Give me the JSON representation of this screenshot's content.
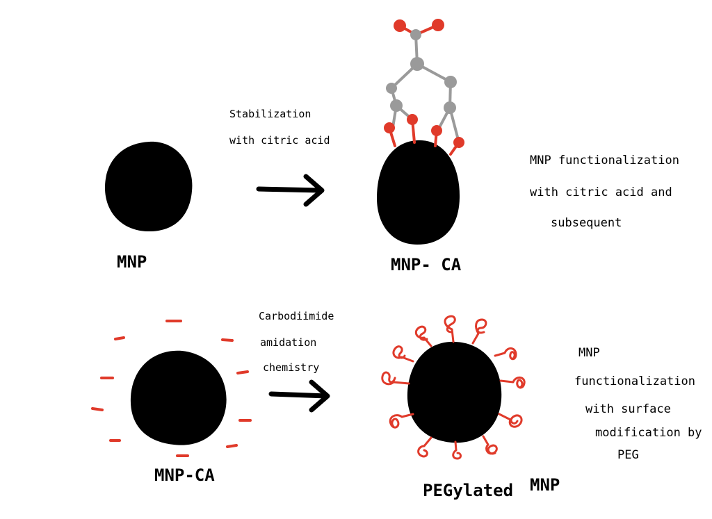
{
  "colors": {
    "particle": "#000000",
    "oxygen": "#e03a2a",
    "carbon": "#9a9a9a",
    "peg": "#e03a2a",
    "arrow": "#000000"
  },
  "top_row": {
    "left_particle_label": "MNP",
    "arrow_label_line1": "Stabilization",
    "arrow_label_line2": "with citric acid",
    "right_particle_label": "MNP- CA",
    "caption_line1": "MNP functionalization",
    "caption_line2": "with citric acid and",
    "caption_line3": "subsequent"
  },
  "bottom_row": {
    "left_particle_label": "MNP-CA",
    "arrow_label_line1": "Carbodiimide",
    "arrow_label_line2": "amidation",
    "arrow_label_line3": "chemistry",
    "right_particle_label_1": "PEGylated",
    "right_particle_label_2": "MNP",
    "caption_line1": "MNP",
    "caption_line2": "functionalization",
    "caption_line3": "with surface",
    "caption_line4": "modification by",
    "caption_line5": "PEG"
  }
}
